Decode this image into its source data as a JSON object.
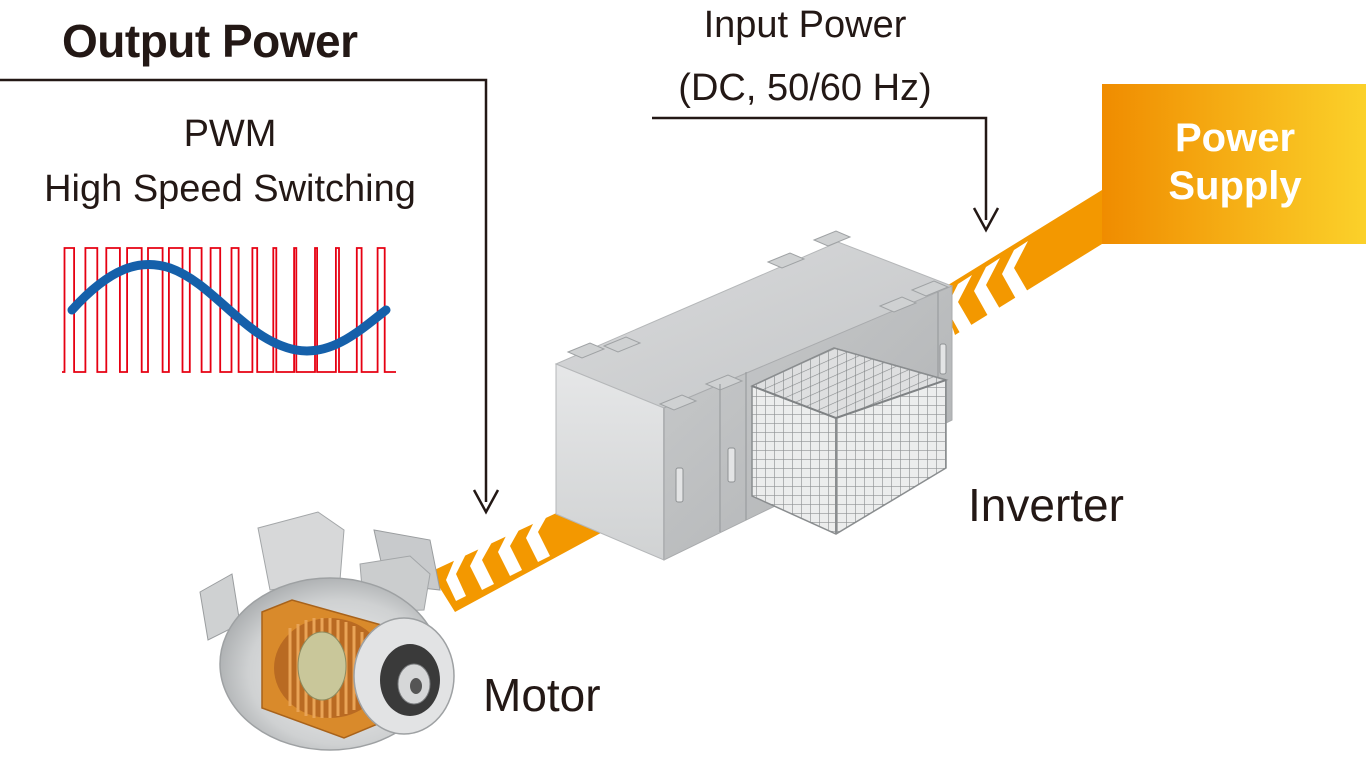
{
  "output_power": {
    "title": "Output Power",
    "line1": "PWM",
    "line2": "High Speed Switching"
  },
  "input_power": {
    "line1": "Input Power",
    "line2": "(DC, 50/60 Hz)"
  },
  "power_supply": {
    "line1": "Power",
    "line2": "Supply"
  },
  "components": {
    "inverter": "Inverter",
    "motor": "Motor"
  },
  "colors": {
    "flow_orange": "#f39800",
    "supply_gradient_start": "#f08c00",
    "supply_gradient_end": "#fbd12a",
    "pwm_pulse": "#e60012",
    "sine_wave": "#1560aa",
    "text": "#231815"
  },
  "icons": {
    "inverter": "inverter-cabinet-icon",
    "motor": "electric-motor-cutaway-icon"
  }
}
